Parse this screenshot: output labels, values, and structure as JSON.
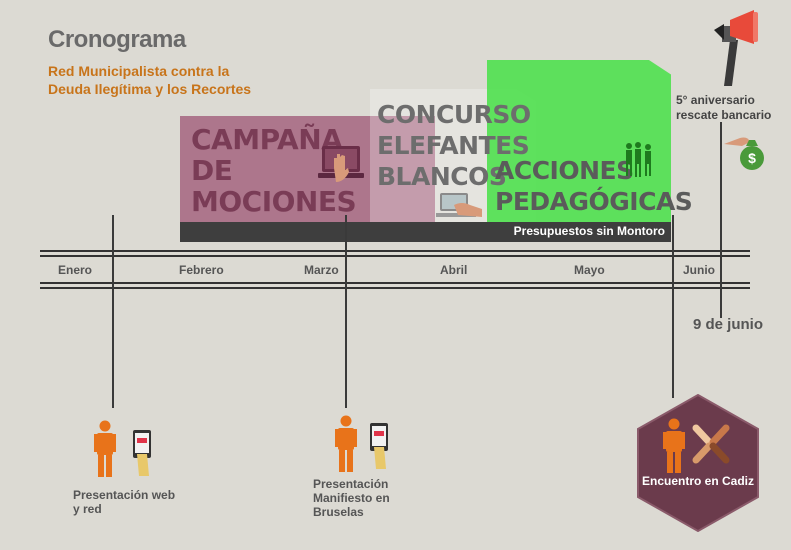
{
  "header": {
    "title": "Cronograma",
    "subtitle_line1": "Red Municipalista contra la",
    "subtitle_line2": "Deuda Ilegítima y los Recortes"
  },
  "campaigns": {
    "mociones": {
      "line1": "CAMPAÑA",
      "line2": "DE",
      "line3": "MOCIONES"
    },
    "elefantes": {
      "line1": "CONCURSO",
      "line2": "ELEFANTES",
      "line3": "BLANCOS"
    },
    "acciones": {
      "line1": "ACCIONES",
      "line2": "PEDAGÓGICAS"
    },
    "banner": "Presupuestos sin Montoro"
  },
  "timeline": {
    "months": [
      "Enero",
      "Febrero",
      "Marzo",
      "Abril",
      "Mayo",
      "Junio"
    ]
  },
  "milestones": {
    "aniversario_line1": "5° aniversario",
    "aniversario_line2": "rescate bancario",
    "date": "9 de junio"
  },
  "events": {
    "web_line1": "Presentación web",
    "web_line2": "y red",
    "bruselas_line1": "Presentación",
    "bruselas_line2": "Manifiesto en",
    "bruselas_line3": "Bruselas",
    "cadiz": "Encuentro en Cadiz"
  },
  "colors": {
    "background": "#dcdad3",
    "mociones_block": "#a86a86",
    "elefantes_block": "#ffffff",
    "acciones_block": "#4ee04e",
    "banner": "#3e3e3e",
    "accent_orange": "#e8731a",
    "hexagon": "#6b3b4c"
  }
}
